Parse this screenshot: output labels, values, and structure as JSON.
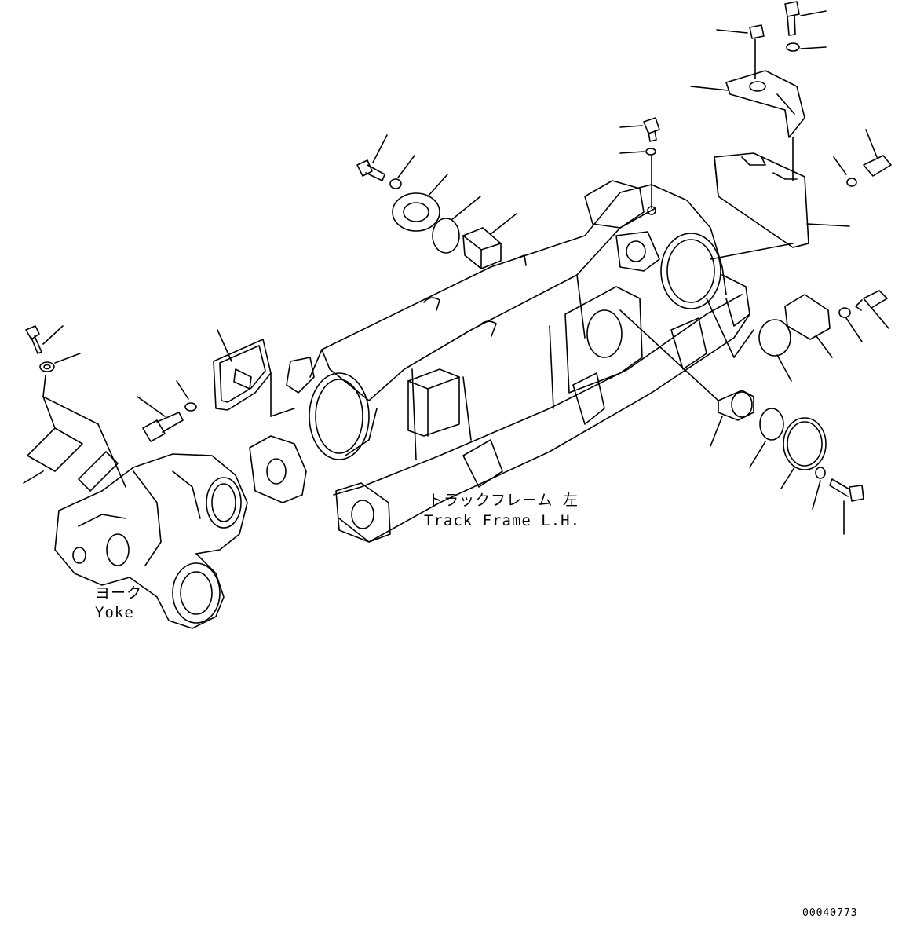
{
  "labels": {
    "track_frame_jp": "トラックフレーム 左",
    "track_frame_en": "Track Frame L.H.",
    "yoke_jp": "ヨーク",
    "yoke_en": "Yoke"
  },
  "figure_number": "00040773",
  "colors": {
    "line": "#000000",
    "background": "#ffffff"
  }
}
